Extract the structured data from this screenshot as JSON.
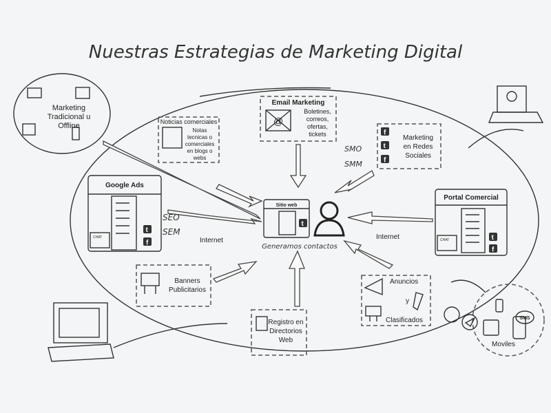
{
  "title": "Nuestras Estrategias de Marketing Digital",
  "center": {
    "site_label": "Sitio web",
    "caption": "Generamos contactos"
  },
  "traditional": {
    "lines": [
      "Marketing",
      "Tradicional u",
      "Offline"
    ]
  },
  "noticias": {
    "title": "Noticias comerciales",
    "lines": [
      "Notas",
      "tecnicas o",
      "comerciales",
      "en blogs o",
      "webs"
    ]
  },
  "email": {
    "title": "Email Marketing",
    "lines": [
      "Boletines,",
      "correos,",
      "ofertas,",
      "tickets"
    ]
  },
  "social": {
    "lines": [
      "Marketing",
      "en Redes",
      "Sociales"
    ],
    "smo": "SMO",
    "smm": "SMM"
  },
  "google_ads": {
    "title": "Google Ads",
    "seo": "SEO",
    "sem": "SEM",
    "internet": "Internet",
    "chat": "CHAT"
  },
  "portal": {
    "title": "Portal Comercial",
    "internet": "Internet",
    "chat": "CHAT"
  },
  "banners": {
    "lines": [
      "Banners",
      "Publicitarios"
    ]
  },
  "registro": {
    "lines": [
      "Registro en",
      "Directorios",
      "Web"
    ]
  },
  "anuncios": {
    "line1": "Anuncios",
    "line2": "y",
    "line3": "Clasificados"
  },
  "moviles": {
    "label": "Moviles",
    "sms": "SMS"
  }
}
